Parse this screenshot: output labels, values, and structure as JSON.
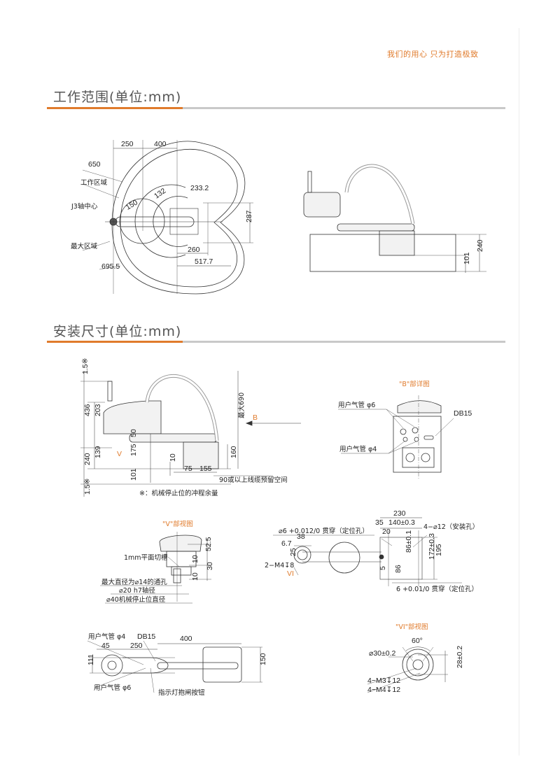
{
  "header": {
    "slogan": "我们的用心  只为打造极致"
  },
  "sections": [
    {
      "title": "工作范围(单位:mm)"
    },
    {
      "title": "安装尺寸(单位:mm)"
    }
  ],
  "work_range_top_view": {
    "dims": {
      "d250": "250",
      "d400": "400",
      "d650": "650",
      "d150": "150",
      "d132": "132",
      "d233": "233.2",
      "d287": "287",
      "d260": "260",
      "d517": "517.7",
      "d695": "695.5"
    },
    "labels": {
      "work_area": "工作区域",
      "j3_center": "J3轴中心",
      "max_area": "最大区域"
    }
  },
  "work_range_side_view": {
    "dims": {
      "d240": "240",
      "d101": "101"
    }
  },
  "install_side_view": {
    "dims": {
      "d15a": "1.5※",
      "d436": "436",
      "d203": "203",
      "d139": "139",
      "d240": "240",
      "d15b": "1.5※",
      "d50": "50",
      "d175": "175",
      "d101": "101",
      "d10": "10",
      "d75": "75",
      "d155": "155",
      "d160": "160",
      "dmax": "最大690"
    },
    "labels": {
      "arrow_b": "B",
      "view_v": "V",
      "cable_space": "90或以上线缆预留空间",
      "note": "※：机械停止位的冲程余量"
    }
  },
  "detail_b": {
    "title": "\"B\"部详图",
    "labels": {
      "air6": "用户气管 φ6",
      "db15": "DB15",
      "air4": "用户气管 φ4"
    }
  },
  "detail_v": {
    "title": "\"V\"部视图",
    "dims": {
      "d525": "52.5",
      "d10a": "10",
      "d30": "30",
      "d10b": "10"
    },
    "labels": {
      "flat": "1mm平面切槽",
      "hole": "最大直径为⌀14的通孔",
      "shaft": "⌀20 h7轴径",
      "stop": "⌀40机械停止位直径"
    }
  },
  "base_view": {
    "dims": {
      "d230": "230",
      "d35": "35",
      "d140": "140±0.3",
      "d20": "20",
      "d38": "38",
      "d67": "6.7",
      "d25": "25",
      "d86a": "86",
      "d86b": "86±0.1",
      "d172": "172±0.3",
      "d195": "195",
      "d5": "5"
    },
    "labels": {
      "pin_top": "⌀6 +0.012/0 贯穿（定位孔）",
      "holes": "4−⌀12（安装孔）",
      "m4": "2−M4↧8",
      "pin_bottom": "6 +0.01/0 贯穿（定位孔）",
      "view_vi": "VI"
    }
  },
  "top_install_view": {
    "dims": {
      "d400": "400",
      "d45": "45",
      "d250": "250",
      "d111": "111",
      "d150": "150"
    },
    "labels": {
      "air4": "用户气管 φ4",
      "db15": "DB15",
      "air6": "用户气管 φ6",
      "button": "指示灯抱闸按钮"
    }
  },
  "detail_vi": {
    "title": "\"VI\"部视图",
    "dims": {
      "angle": "60°",
      "d30": "⌀30±0.2",
      "d28": "28±0.2"
    },
    "labels": {
      "m3": "4−M3↧12",
      "m4": "4−M4↧12"
    }
  },
  "colors": {
    "accent": "#e07b2c",
    "rule": "#c9c9c9"
  }
}
